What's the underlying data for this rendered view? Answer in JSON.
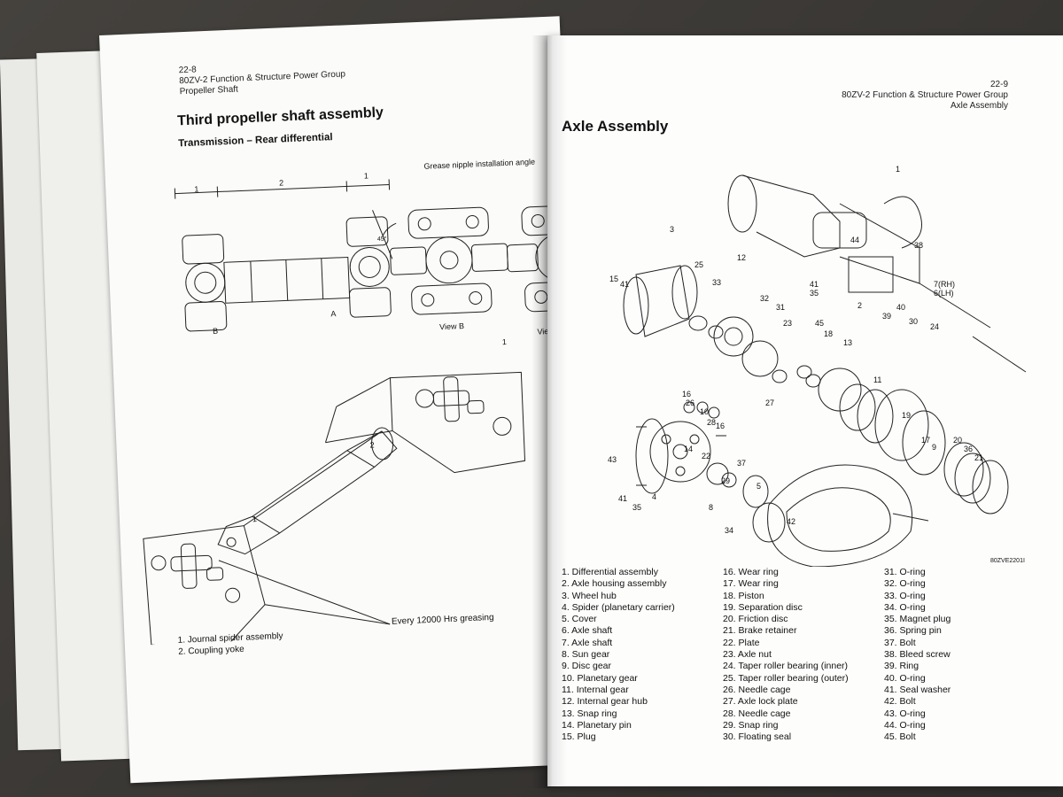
{
  "left_page": {
    "page_number": "22-8",
    "header_line1": "80ZV-2 Function & Structure Power Group",
    "header_line2": "Propeller Shaft",
    "title": "Third propeller shaft assembly",
    "subtitle": "Transmission – Rear differential",
    "labels": {
      "grease_angle": "Grease nipple installation angle",
      "view_b": "View B",
      "view_a": "View A",
      "angle": "45°",
      "dim1_left": "1",
      "dim2": "2",
      "dim1_right": "1",
      "arrow_b": "B",
      "arrow_a": "A",
      "callout1_top": "1",
      "callout2": "2",
      "callout1_bottom": "1",
      "greasing": "Every 12000 Hrs greasing"
    },
    "legend": [
      "1.  Journal spider assembly",
      "2.  Coupling yoke"
    ]
  },
  "right_page": {
    "page_number": "22-9",
    "header_line1": "80ZV-2 Function & Structure Power Group",
    "header_line2": "Axle Assembly",
    "title": "Axle Assembly",
    "drawing_id": "80ZVE2201I",
    "callouts": [
      "1",
      "44",
      "38",
      "2",
      "3",
      "25",
      "12",
      "33",
      "15",
      "41",
      "41",
      "35",
      "7(RH)",
      "6(LH)",
      "40",
      "39",
      "30",
      "24",
      "32",
      "31",
      "23",
      "45",
      "18",
      "13",
      "11",
      "27",
      "16",
      "26",
      "10",
      "28",
      "16",
      "19",
      "17",
      "9",
      "20",
      "36",
      "21",
      "43",
      "14",
      "22",
      "37",
      "41",
      "35",
      "4",
      "29",
      "5",
      "8",
      "34",
      "42"
    ],
    "legend_col1": [
      "1.  Differential assembly",
      "2.  Axle housing assembly",
      "3.  Wheel hub",
      "4.  Spider (planetary carrier)",
      "5.  Cover",
      "6.  Axle shaft",
      "7.  Axle shaft",
      "8.  Sun gear",
      "9.  Disc gear",
      "10.  Planetary gear",
      "11.  Internal gear",
      "12.  Internal gear hub",
      "13.  Snap ring",
      "14.  Planetary pin",
      "15.  Plug"
    ],
    "legend_col2": [
      "16.  Wear ring",
      "17.  Wear ring",
      "18.  Piston",
      "19.  Separation disc",
      "20.  Friction disc",
      "21.  Brake retainer",
      "22.  Plate",
      "23.  Axle nut",
      "24.  Taper roller bearing (inner)",
      "25.  Taper roller bearing (outer)",
      "26.  Needle cage",
      "27.  Axle lock plate",
      "28.  Needle cage",
      "29.  Snap ring",
      "30.  Floating seal"
    ],
    "legend_col3": [
      "31.  O-ring",
      "32.  O-ring",
      "33.  O-ring",
      "34.  O-ring",
      "35.  Magnet plug",
      "36.  Spring pin",
      "37.  Bolt",
      "38.  Bleed screw",
      "39.  Ring",
      "40.  O-ring",
      "41.  Seal washer",
      "42.  Bolt",
      "43.  O-ring",
      "44.  O-ring",
      "45.  Bolt"
    ]
  }
}
